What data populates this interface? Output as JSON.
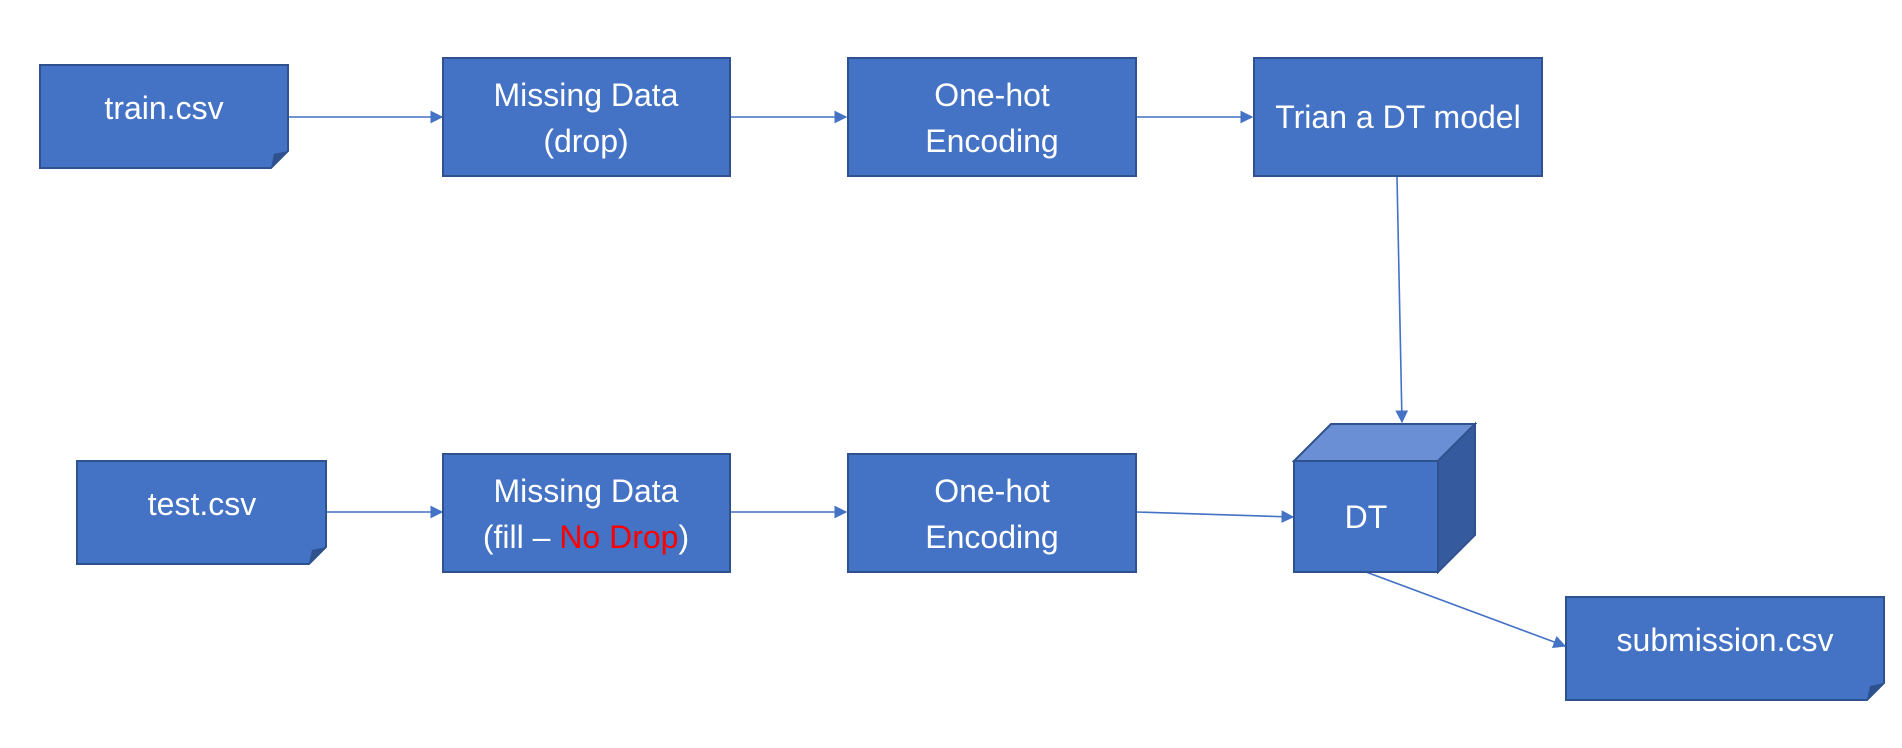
{
  "diagram": {
    "colors": {
      "box_fill": "#4472C4",
      "box_border": "#2F528F",
      "text": "#FFFFFF",
      "highlight": "#FF0000",
      "connector": "#4472C4",
      "cube_top": "#6B8FD4",
      "cube_side": "#365A9E"
    },
    "nodes": {
      "train_csv": {
        "label": "train.csv",
        "shape": "document"
      },
      "missing_drop": {
        "line1": "Missing Data",
        "line2": "(drop)"
      },
      "onehot_top": {
        "line1": "One-hot",
        "line2": "Encoding"
      },
      "train_model": {
        "label": "Trian a DT model"
      },
      "test_csv": {
        "label": "test.csv",
        "shape": "document"
      },
      "missing_fill": {
        "line1": "Missing Data",
        "line2_prefix": "(fill – ",
        "line2_highlight": "No Drop",
        "line2_suffix": ")"
      },
      "onehot_bottom": {
        "line1": "One-hot",
        "line2": "Encoding"
      },
      "dt": {
        "label": "DT",
        "shape": "cube"
      },
      "submission": {
        "label": "submission.csv",
        "shape": "document"
      }
    },
    "edges": [
      {
        "from": "train.csv",
        "to": "Missing Data (drop)"
      },
      {
        "from": "Missing Data (drop)",
        "to": "One-hot Encoding"
      },
      {
        "from": "One-hot Encoding",
        "to": "Trian a DT model"
      },
      {
        "from": "Trian a DT model",
        "to": "DT"
      },
      {
        "from": "test.csv",
        "to": "Missing Data (fill – No Drop)"
      },
      {
        "from": "Missing Data (fill – No Drop)",
        "to": "One-hot Encoding"
      },
      {
        "from": "One-hot Encoding",
        "to": "DT"
      },
      {
        "from": "DT",
        "to": "submission.csv"
      }
    ]
  }
}
